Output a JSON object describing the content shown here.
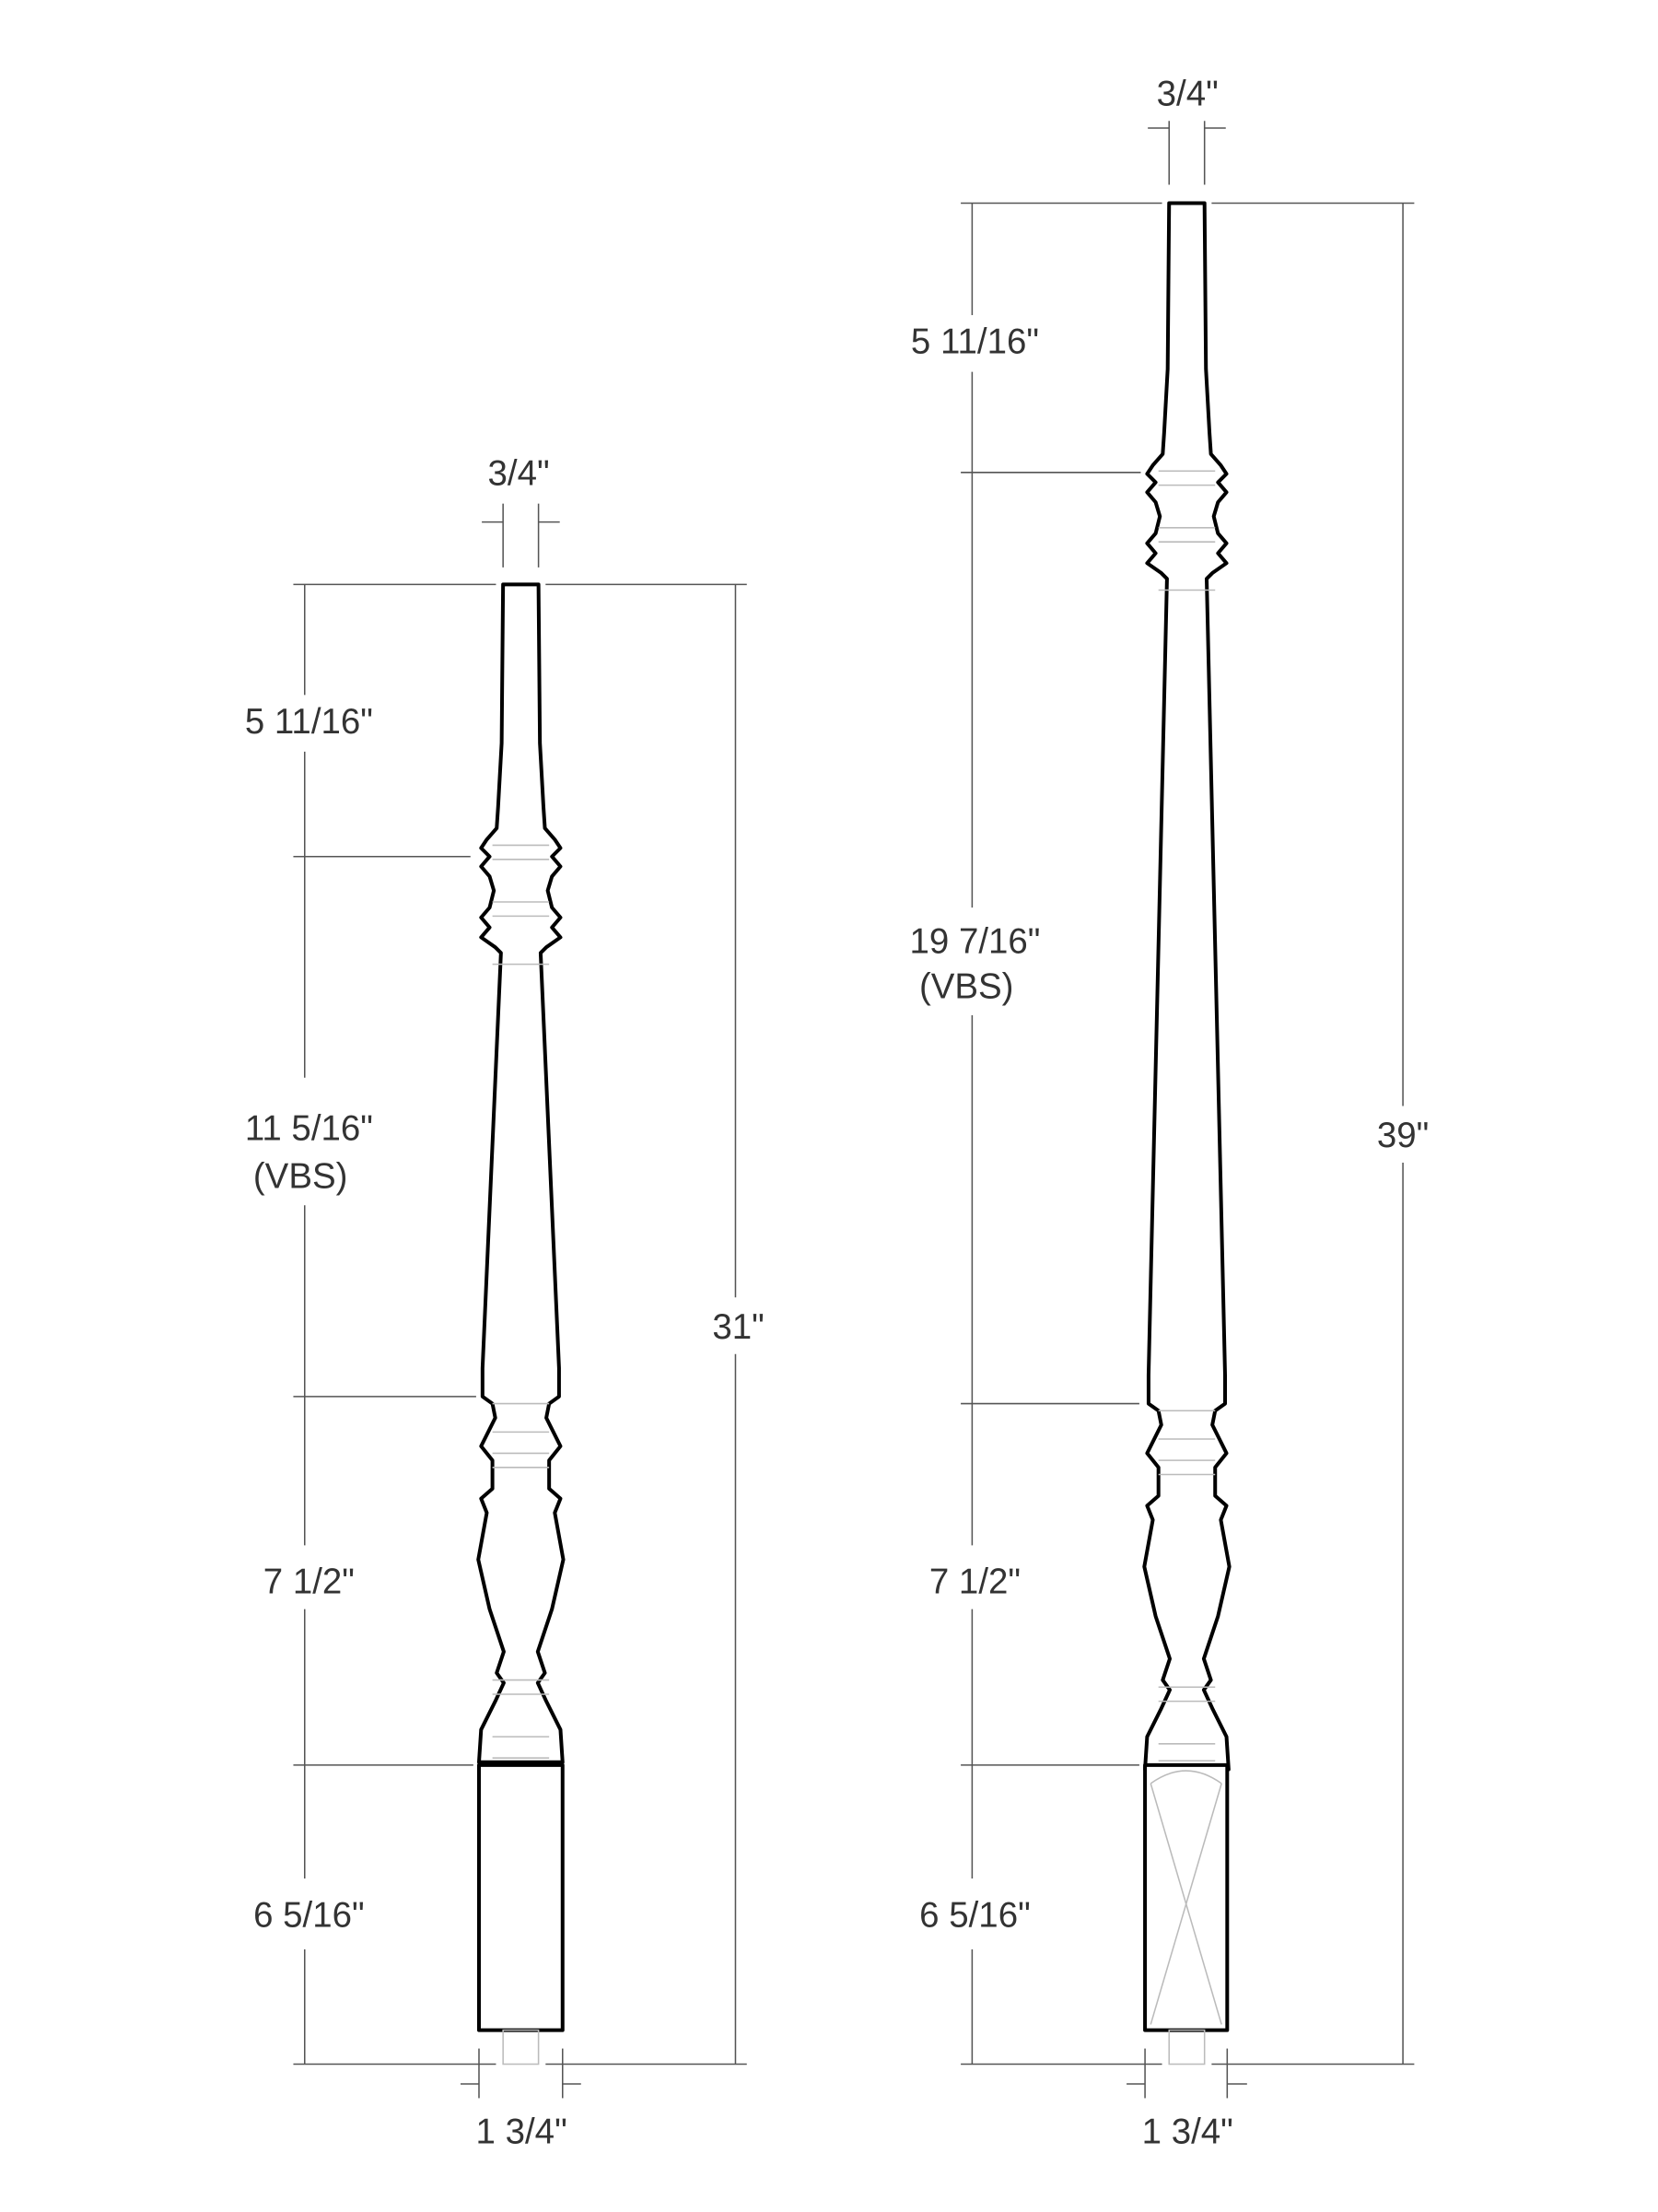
{
  "left_baluster": {
    "top_width": "3/4\"",
    "section_top": "5 11/16\"",
    "section_middle": "11 5/16\"",
    "section_middle_note": "(VBS)",
    "section_lower": "7 1/2\"",
    "section_block": "6 5/16\"",
    "overall_height": "31\"",
    "block_width": "1 3/4\""
  },
  "right_baluster": {
    "top_width": "3/4\"",
    "section_top": "5 11/16\"",
    "section_middle": "19 7/16\"",
    "section_middle_note": "(VBS)",
    "section_lower": "7 1/2\"",
    "section_block": "6 5/16\"",
    "overall_height": "39\"",
    "block_width": "1 3/4\""
  }
}
